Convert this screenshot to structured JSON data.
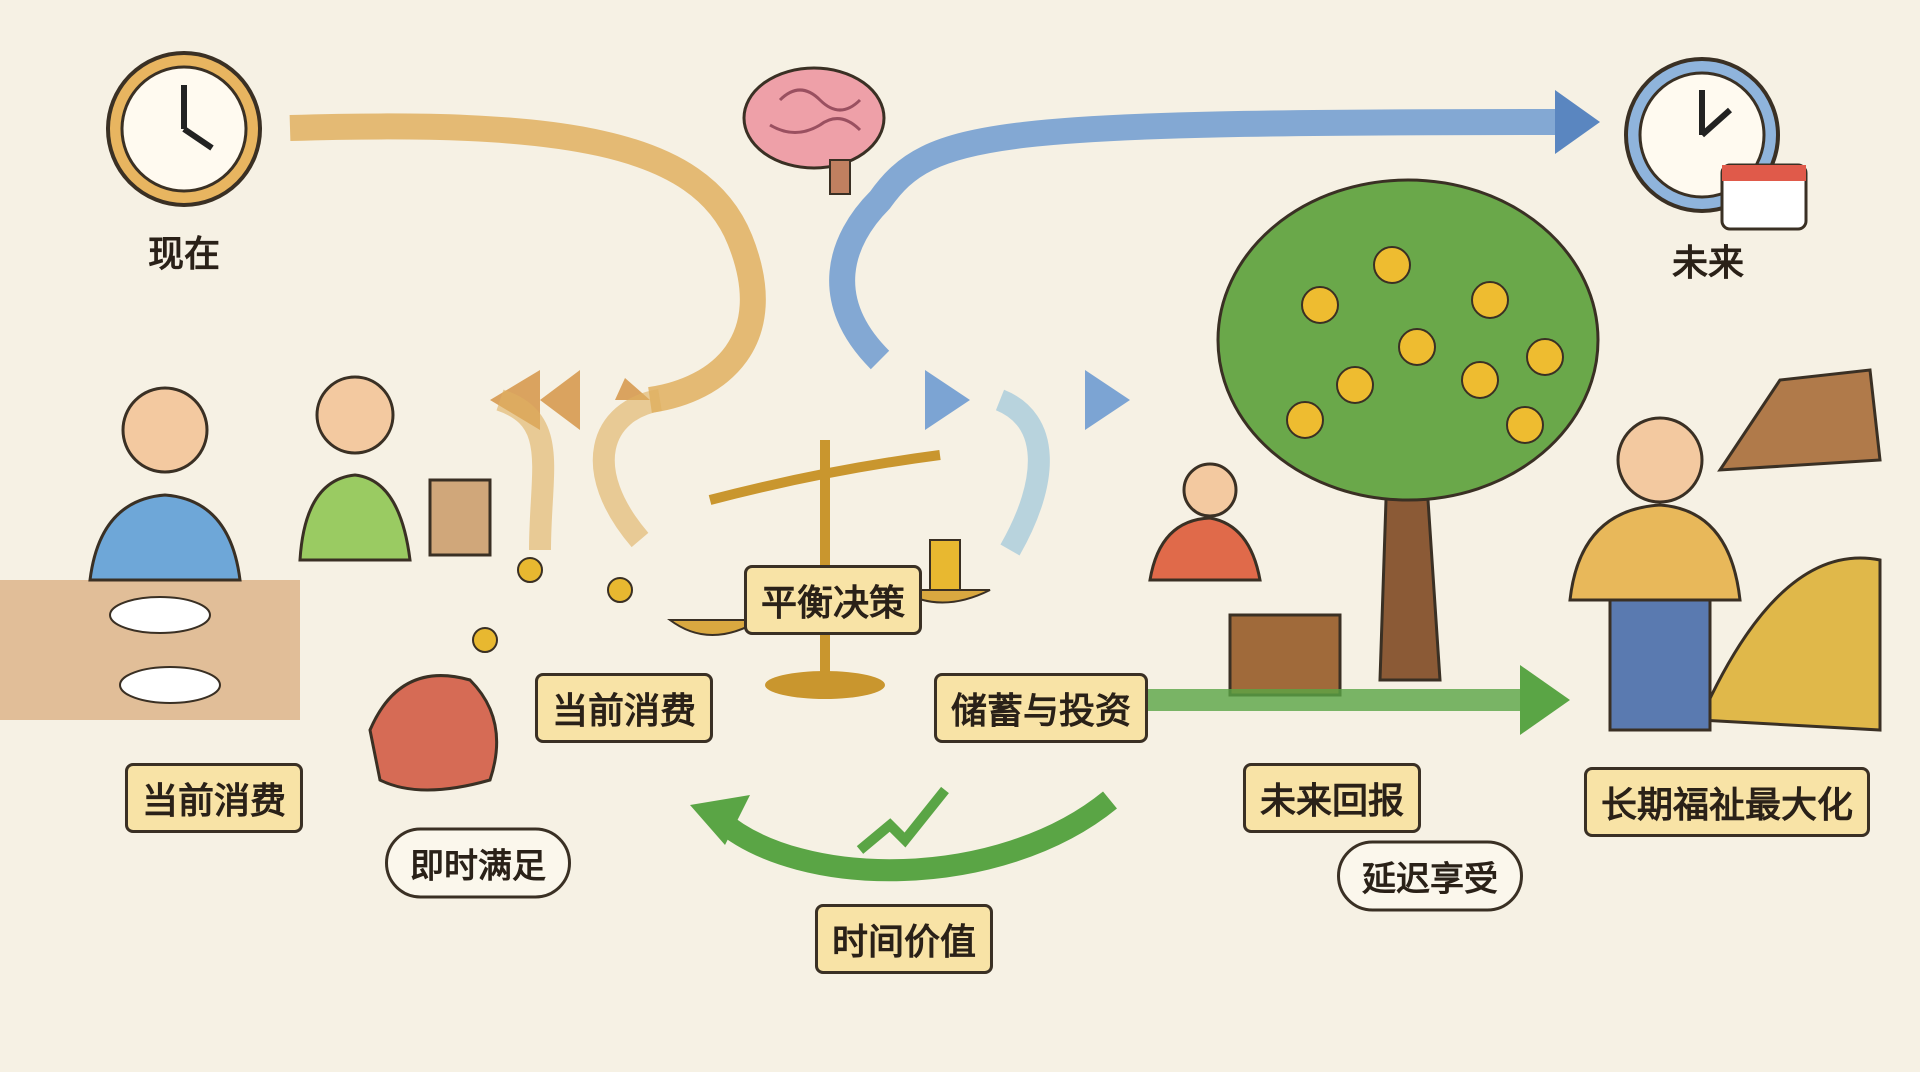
{
  "time": {
    "now": "现在",
    "future": "未来"
  },
  "center": {
    "decision": "平衡决策",
    "consumption": "当前消费",
    "saving": "储蓄与投资",
    "time_value": "时间价值"
  },
  "left": {
    "consumption": "当前消费",
    "instant": "即时满足"
  },
  "right": {
    "returns": "未来回报",
    "delayed": "延迟享受",
    "welfare": "长期福祉最大化"
  },
  "colors": {
    "present_path": "#e0b060",
    "future_path": "#6f9bd0",
    "growth": "#5aa545",
    "label_bg": "#f8e3a6",
    "background": "#f6f1e4"
  }
}
